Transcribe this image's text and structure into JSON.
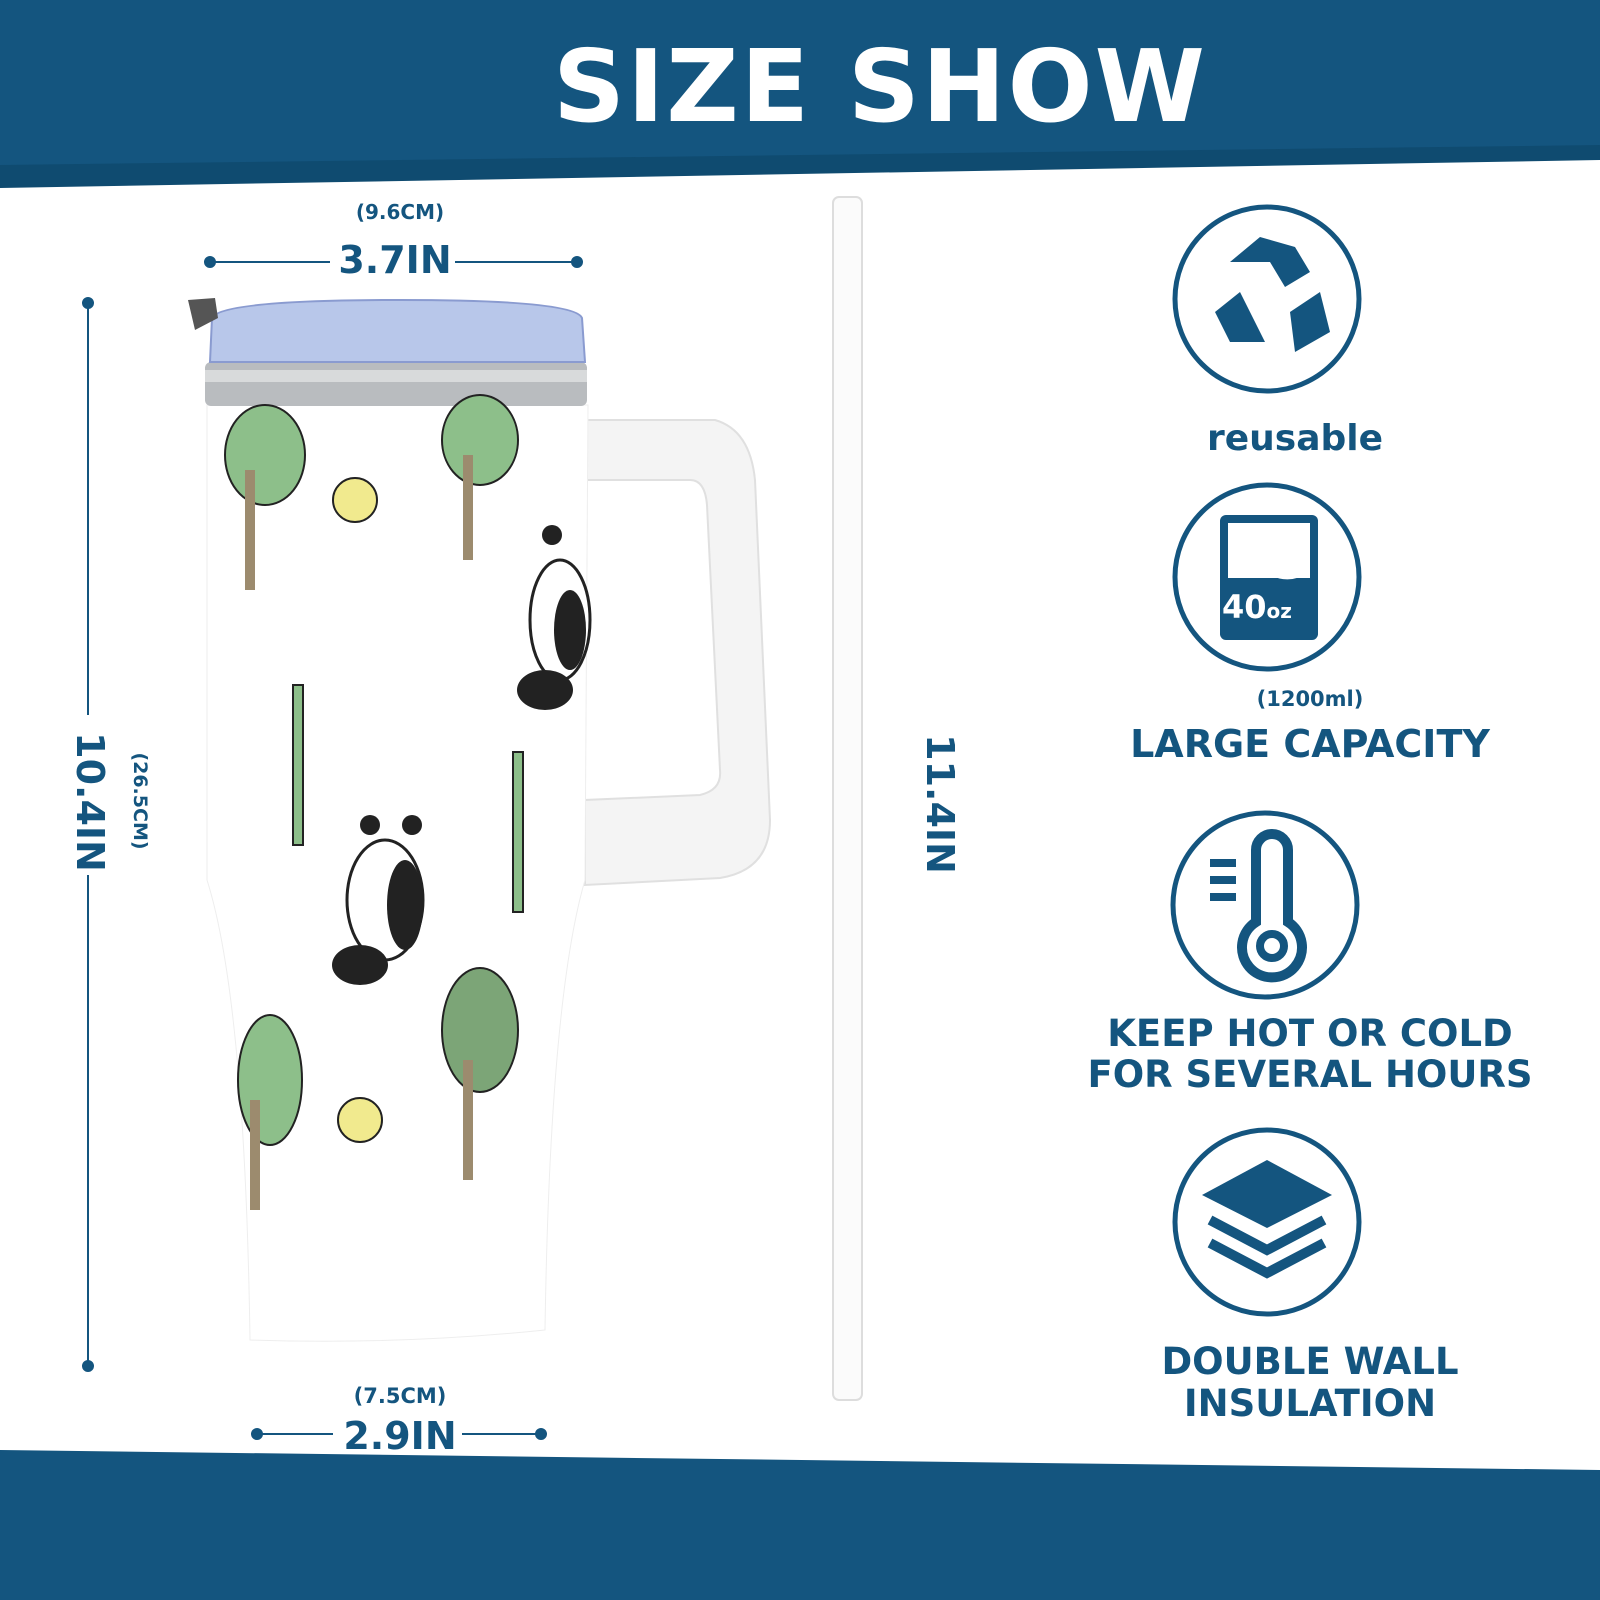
{
  "header": {
    "title": "SIZE SHOW"
  },
  "dimensions": {
    "top_width_in": "3.7IN",
    "top_width_cm": "(9.6CM)",
    "height_in": "10.4IN",
    "height_cm": "(26.5CM)",
    "bottom_width_in": "2.9IN",
    "bottom_width_cm": "(7.5CM)",
    "straw_length_in": "11.4IN"
  },
  "features": [
    {
      "icon": "recycle-icon",
      "label": "reusable"
    },
    {
      "icon": "cup-capacity-icon",
      "icon_text": "40",
      "icon_unit": "oz",
      "sublabel": "(1200ml)",
      "label": "LARGE CAPACITY"
    },
    {
      "icon": "thermometer-icon",
      "label_line1": "KEEP HOT OR COLD",
      "label_line2": "FOR SEVERAL HOURS"
    },
    {
      "icon": "layers-icon",
      "label_line1": "DOUBLE WALL",
      "label_line2": "INSULATION"
    }
  ],
  "colors": {
    "brand": "#14557f",
    "brand_dark": "#0f4b70"
  }
}
